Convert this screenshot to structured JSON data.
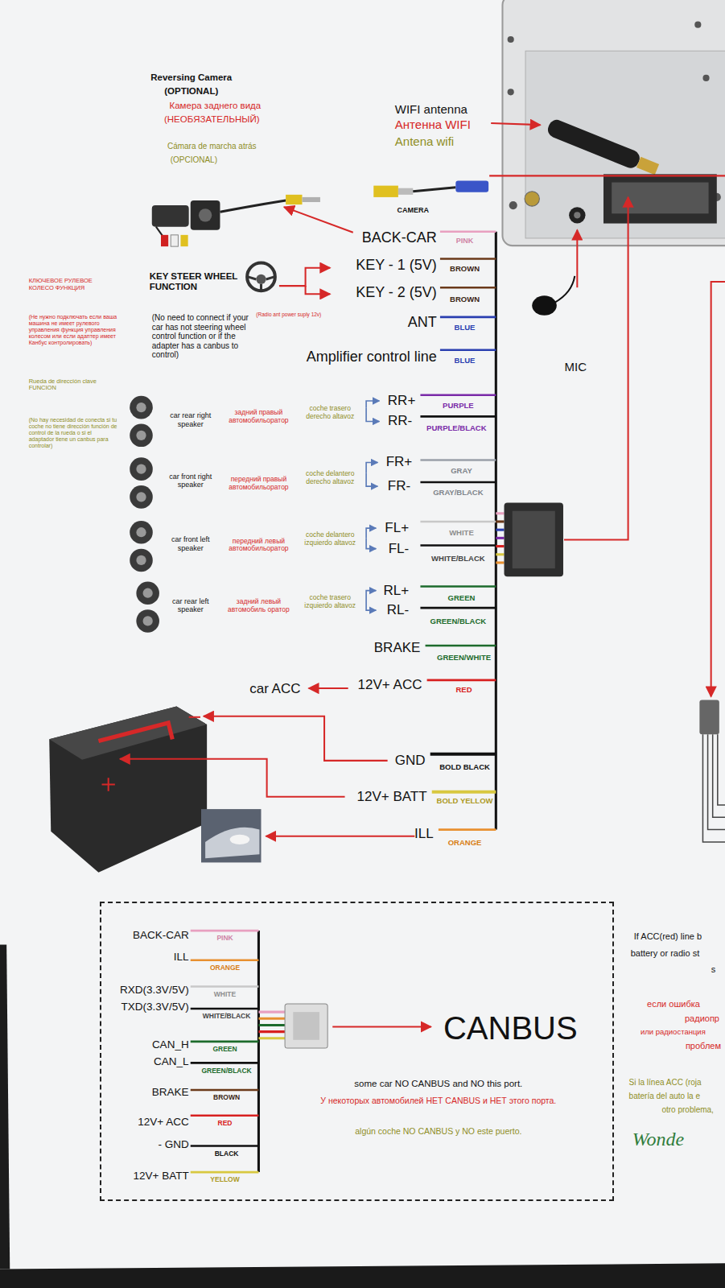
{
  "diagram": {
    "nodes": [
      {
        "text": [
          "BACK-CAR",
          "PINK",
          "ILL",
          "ORANGE",
          "RXD(3.3V/5V)",
          "WHITE",
          "TXD(3.3V/5V)",
          "WHITE/BLACK",
          "CAN_H",
          "GREEN",
          "CAN_L",
          "GREEN/BLACK",
          "BRAKE",
          "BROWN",
          "12V+ ACC",
          "RED",
          "- GND",
          "BLACK",
          "12V+ BATT",
          "YELLOW",
          "CANBUS",
          "some car NO CANBUS and NO this port.",
          "У некоторых автомобилей НЕТ CANBUS и НЕТ этого порта.",
          "algún coche NO CANBUS y NO este puerto."
        ]
      }
    ],
    "labels": [
      "Reversing Camera",
      "(OPTIONAL)",
      "Камера заднего вида",
      "(НЕОБЯЗАТЕЛЬНЫЙ)",
      "Cámara de marcha atrás",
      "(OPCIONAL)",
      "WIFI antenna",
      "Антенна WIFI",
      "Antena wifi",
      "CAMERA",
      "BACK-CAR",
      "PINK",
      "KEY - 1 (5V)",
      "BROWN",
      "KEY - 2 (5V)",
      "BROWN",
      "ANT",
      "BLUE",
      "Amplifier control line",
      "BLUE",
      "MIC",
      "KEY STEER WHEEL FUNCTION",
      "(No need to connect if your car has not steering wheel control function or if the adapter has a canbus to control)",
      "(Radio ant power suply 12v)",
      "КЛЮЧЕВОЕ РУЛЕВОЕ КОЛЕСО ФУНКЦИЯ",
      "(Не нужно подключать если ваша машина не имеет рулевого управления функция управления колесом или если адаптер имеет Канбус контролировать)",
      "Rueda de dirección clave FUNCION",
      "(No hay necesidad de conecta si tu coche no tiene dirección función de control de la rueda o si el adaptador tiene un canbus para controlar)",
      "car rear right speaker",
      "задний правый автомобильоратор",
      "coche trasero derecho altavoz",
      "RR+",
      "PURPLE",
      "RR-",
      "PURPLE/BLACK",
      "car front right speaker",
      "передний правый автомобильоратор",
      "coche delantero derecho altavoz",
      "FR+",
      "GRAY",
      "FR-",
      "GRAY/BLACK",
      "car front left speaker",
      "передний левый автомобильоратор",
      "coche delantero izquierdo altavoz",
      "FL+",
      "WHITE",
      "FL-",
      "WHITE/BLACK",
      "car rear left speaker",
      "задний левый автомобиль оратор",
      "coche trasero izquierdo altavoz",
      "RL+",
      "GREEN",
      "RL-",
      "GREEN/BLACK",
      "BRAKE",
      "GREEN/WHITE",
      "car ACC",
      "12V+ ACC",
      "RED",
      "GND",
      "BOLD BLACK",
      "12V+ BATT",
      "BOLD YELLOW",
      "ILL",
      "ORANGE",
      "If ACC(red) line b",
      "battery or radio st",
      "s",
      "если ошибка",
      "радиопр",
      "или радиостанция",
      "проблем",
      "Si la línea ACC (roja",
      "batería del auto la e",
      "otro problema,",
      "Wonde"
    ]
  }
}
